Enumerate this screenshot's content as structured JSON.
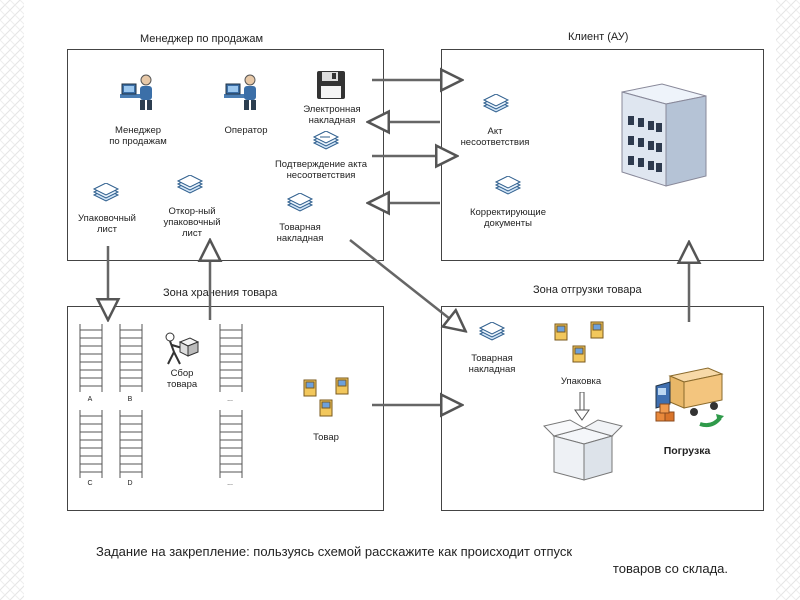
{
  "zones": {
    "manager_title": "Менеджер по продажам",
    "client_title": "Клиент (АУ)",
    "storage_title": "Зона хранения товара",
    "shipping_title": "Зона отгрузки товара"
  },
  "manager_zone": {
    "manager_label": "Менеджер\nпо продажам",
    "operator_label": "Оператор",
    "e_invoice_label": "Электронная\nнакладная",
    "confirm_label": "Подтверждение акта\nнесоответствия",
    "packing_list_label": "Упаковочный\nлист",
    "rejected_packing_label": "Откор-ный\nупаковочный\nлист",
    "goods_invoice_label": "Товарная\nнакладная"
  },
  "client_zone": {
    "act_label": "Акт\nнесоответствия",
    "correcting_label": "Корректирующие\nдокументы"
  },
  "storage_zone": {
    "rack_labels": [
      "A",
      "B",
      "...",
      "C",
      "D",
      "..."
    ],
    "picking_label": "Сбор\nтовара",
    "goods_label": "Товар"
  },
  "shipping_zone": {
    "invoice_label": "Товарная\nнакладная",
    "packing_label": "Упаковка",
    "loading_label": "Погрузка"
  },
  "caption": {
    "line1": "Задание на закрепление: пользуясь схемой расскажите как происходит отпуск",
    "line2": "товаров со склада."
  }
}
